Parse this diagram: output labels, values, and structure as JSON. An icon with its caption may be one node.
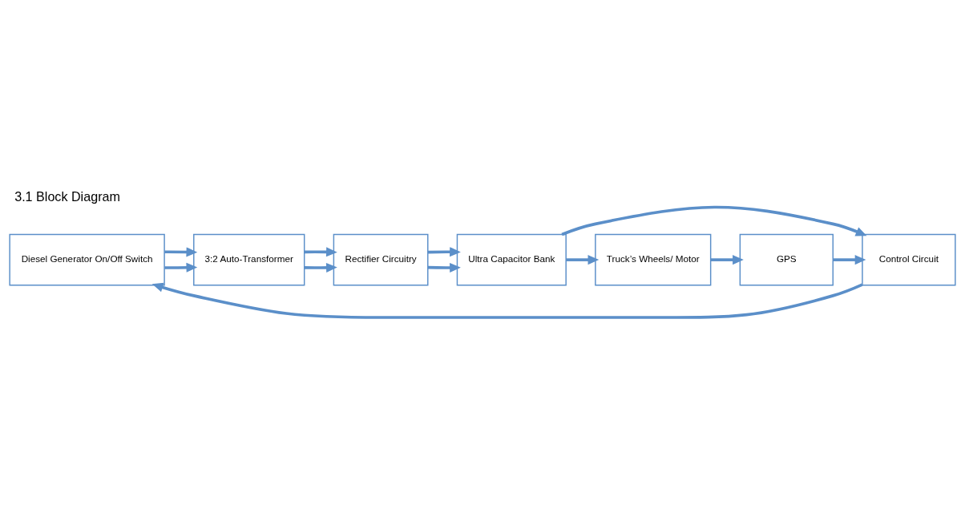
{
  "diagram": {
    "title": "3.1 Block Diagram",
    "nodes": [
      {
        "text": [
          "Diesel Generator On/Off Switch"
        ]
      },
      {
        "text": [
          "3:2 Auto-Transformer"
        ]
      },
      {
        "text": [
          "Rectifier Circuitry"
        ]
      },
      {
        "text": [
          "Ultra Capacitor Bank"
        ]
      },
      {
        "text": [
          "Control Circuit"
        ]
      },
      {
        "text": [
          "GPS"
        ]
      },
      {
        "text": [
          "Truck’s Wheels/ Motor"
        ]
      }
    ],
    "edges": [
      {
        "from": 0,
        "to": 1,
        "arrow": "to"
      },
      {
        "from": 0,
        "to": 1,
        "arrow": "to"
      },
      {
        "from": 1,
        "to": 2,
        "arrow": "to"
      },
      {
        "from": 1,
        "to": 2,
        "arrow": "to"
      },
      {
        "from": 2,
        "to": 3,
        "arrow": "to"
      },
      {
        "from": 2,
        "to": 3,
        "arrow": "to"
      },
      {
        "from": 3,
        "to": 4,
        "arrow": "to"
      },
      {
        "from": 3,
        "to": 6,
        "arrow": "to"
      },
      {
        "from": 4,
        "to": 0,
        "arrow": "to"
      },
      {
        "from": 6,
        "to": 5,
        "arrow": "to"
      },
      {
        "from": 5,
        "to": 4,
        "arrow": "to"
      }
    ]
  }
}
